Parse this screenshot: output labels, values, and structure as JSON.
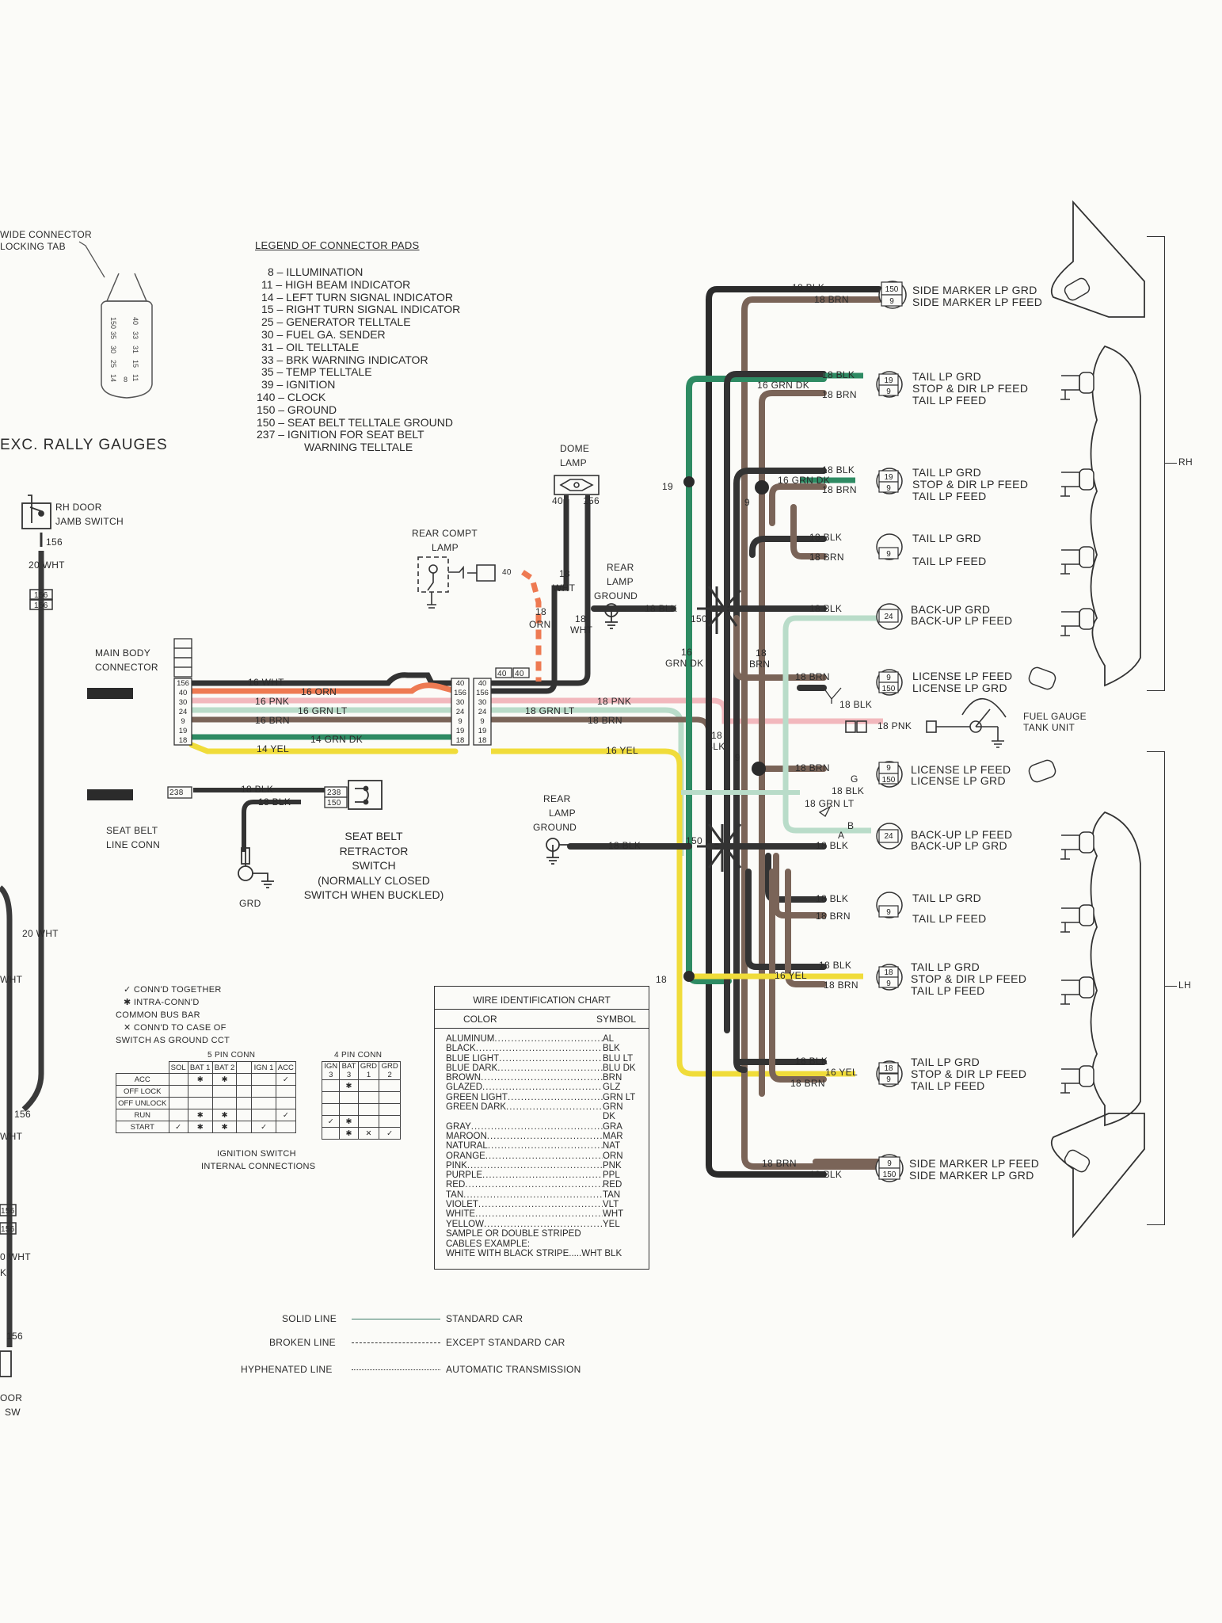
{
  "connector_note": {
    "line1": "WIDE CONNECTOR",
    "line2": "LOCKING TAB"
  },
  "connector_pins": [
    "150",
    "40",
    "35",
    "33",
    "31",
    "30",
    "25",
    "15",
    "14",
    "11",
    "8"
  ],
  "legend": {
    "title": "LEGEND OF CONNECTOR PADS",
    "items": [
      "8 – ILLUMINATION",
      "11 – HIGH BEAM INDICATOR",
      "14 – LEFT TURN SIGNAL INDICATOR",
      "15 – RIGHT TURN SIGNAL INDICATOR",
      "25 – GENERATOR TELLTALE",
      "30 – FUEL GA. SENDER",
      "31 – OIL TELLTALE",
      "33 – BRK WARNING INDICATOR",
      "35 – TEMP TELLTALE",
      "39 – IGNITION",
      "140 – CLOCK",
      "150 – GROUND",
      "150 – SEAT BELT TELLTALE GROUND",
      "237 – IGNITION FOR SEAT BELT",
      "WARNING TELLTALE"
    ]
  },
  "section_heading": "EXC. RALLY GAUGES",
  "left_side": {
    "rh_door_switch": [
      "RH DOOR",
      "JAMB SWITCH"
    ],
    "wire_156": "156",
    "wire_20wht": "20 WHT",
    "conn_156a": "156",
    "conn_156b": "156",
    "wht_label": "WHT",
    "wht_label2": "WHT",
    "o_wht": "0 WHT",
    "door_label": [
      "OOR",
      "SW"
    ],
    "k_label": "K"
  },
  "main_body_connector": {
    "label": [
      "MAIN BODY",
      "CONNECTOR"
    ],
    "pins_left": [
      "156",
      "40",
      "30",
      "24",
      "9",
      "19",
      "18"
    ],
    "pins_mid_a": [
      "40",
      "156",
      "30",
      "24",
      "9",
      "19",
      "18"
    ],
    "pins_mid_b": [
      "40",
      "156",
      "30",
      "24",
      "9",
      "19",
      "18"
    ],
    "wires": [
      "16 WHT",
      "16 ORN",
      "16 PNK",
      "16 GRN LT",
      "16 BRN",
      "14 GRN DK",
      "14 YEL"
    ]
  },
  "seat_belt": {
    "line_conn": [
      "SEAT BELT",
      "LINE CONN"
    ],
    "conn_238": "238",
    "wire_a": "18 BLK",
    "wire_b": "18 BLK",
    "pin_238": "238",
    "pin_150": "150",
    "switch": [
      "SEAT BELT",
      "RETRACTOR",
      "SWITCH",
      "(NORMALLY CLOSED",
      "SWITCH WHEN BUCKLED)"
    ],
    "grd": "GRD"
  },
  "rear_compt_lamp": {
    "label": [
      "REAR COMPT",
      "LAMP"
    ],
    "pin": "40"
  },
  "dome_lamp": {
    "label": [
      "DOME",
      "LAMP"
    ],
    "pin_a": "40",
    "pin_b": "156"
  },
  "center_wires": {
    "w18wht_a": [
      "18",
      "WHT"
    ],
    "w18orn": [
      "18",
      "ORN"
    ],
    "w18wht_b": [
      "18",
      "WHT"
    ],
    "pins_40a": "40",
    "pins_40b": "40",
    "w18pnk": "18 PNK",
    "w18grnlt": "18 GRN LT",
    "w18brn": "18 BRN",
    "w16yel": "16 YEL"
  },
  "rear_lamp_ground_top": {
    "label": [
      "REAR",
      "LAMP",
      "GROUND"
    ],
    "wire": "18 BLK"
  },
  "rear_lamp_ground_bottom": {
    "label": [
      "REAR",
      "LAMP",
      "GROUND"
    ],
    "wire": "18 BLK"
  },
  "harness_labels": {
    "n19": "19",
    "n9a": "9",
    "n150a": "150",
    "w16grndk": [
      "16",
      "GRN DK"
    ],
    "w18brn_v": [
      "18",
      "BRN"
    ],
    "w18blk_v": [
      "18",
      "BLK"
    ],
    "n9b": "9",
    "n150b": "150",
    "n18": "18"
  },
  "rh_lamps": [
    {
      "wires": [
        "18 BLK",
        "18 BRN"
      ],
      "pins": [
        "150",
        "9"
      ],
      "labels": [
        "SIDE MARKER LP GRD",
        "SIDE MARKER LP FEED"
      ]
    },
    {
      "wires": [
        "18 BLK",
        "16 GRN DK",
        "18 BRN"
      ],
      "pins": [
        "19",
        "9"
      ],
      "labels": [
        "TAIL LP GRD",
        "STOP & DIR LP FEED",
        "TAIL LP FEED"
      ]
    },
    {
      "wires": [
        "18 BLK",
        "16 GRN DK",
        "18 BRN"
      ],
      "pins": [
        "19",
        "9"
      ],
      "labels": [
        "TAIL LP GRD",
        "STOP & DIR LP FEED",
        "TAIL LP FEED"
      ]
    },
    {
      "wires": [
        "18 BLK",
        "18 BRN"
      ],
      "pins": [
        "9"
      ],
      "labels": [
        "TAIL LP GRD",
        "TAIL LP FEED"
      ]
    },
    {
      "wires": [
        "18 BLK"
      ],
      "pins": [
        "24"
      ],
      "labels": [
        "BACK-UP GRD",
        "BACK-UP LP FEED"
      ]
    },
    {
      "wires": [
        "18 BRN",
        "18 BLK"
      ],
      "pins": [
        "9",
        "150"
      ],
      "labels": [
        "LICENSE LP FEED",
        "LICENSE LP GRD"
      ]
    }
  ],
  "fuel_gauge": {
    "wire": "18 PNK",
    "label": [
      "FUEL GAUGE",
      "TANK UNIT"
    ]
  },
  "lh_lamps": [
    {
      "wires": [
        "18 BRN",
        "18 BLK",
        "18 GRN LT"
      ],
      "pins": [
        "9",
        "150"
      ],
      "labels": [
        "LICENSE LP FEED",
        "LICENSE LP GRD"
      ],
      "marks": [
        "G",
        "B",
        "A"
      ]
    },
    {
      "wires": [
        "18 BLK"
      ],
      "pins": [
        "24"
      ],
      "labels": [
        "BACK-UP LP FEED",
        "BACK-UP LP GRD"
      ]
    },
    {
      "wires": [
        "18 BLK",
        "18 BRN"
      ],
      "pins": [
        "9"
      ],
      "labels": [
        "TAIL LP GRD",
        "TAIL LP FEED"
      ]
    },
    {
      "wires": [
        "18 BLK",
        "16 YEL",
        "18 BRN"
      ],
      "pins": [
        "18",
        "9"
      ],
      "labels": [
        "TAIL LP GRD",
        "STOP & DIR LP FEED",
        "TAIL LP FEED"
      ]
    },
    {
      "wires": [
        "18 BLK",
        "16 YEL",
        "18 BRN"
      ],
      "pins": [
        "18",
        "9"
      ],
      "labels": [
        "TAIL LP GRD",
        "STOP & DIR LP FEED",
        "TAIL LP FEED"
      ]
    },
    {
      "wires": [
        "18 BRN",
        "18 BLK"
      ],
      "pins": [
        "9",
        "150"
      ],
      "labels": [
        "SIDE MARKER LP FEED",
        "SIDE MARKER LP GRD"
      ]
    }
  ],
  "brackets": {
    "rh": "RH",
    "lh": "LH"
  },
  "ignition": {
    "key": [
      "CONN'D TOGETHER",
      "INTRA-CONN'D",
      "COMMON BUS BAR",
      "CONN'D TO CASE OF",
      "SWITCH AS GROUND CCT"
    ],
    "five_pin": "5 PIN CONN",
    "four_pin": "4 PIN CONN",
    "cols5": [
      "SOL",
      "BAT 1",
      "BAT 2",
      "IGN 1",
      "ACC"
    ],
    "cols4": [
      "IGN 3",
      "BAT 3",
      "GRD 1",
      "GRD 2"
    ],
    "rows": [
      "ACC",
      "OFF LOCK",
      "OFF UNLOCK",
      "RUN",
      "START"
    ],
    "caption": [
      "IGNITION SWITCH",
      "INTERNAL CONNECTIONS"
    ]
  },
  "wire_chart": {
    "title": "WIRE IDENTIFICATION CHART",
    "col_color": "COLOR",
    "col_symbol": "SYMBOL",
    "rows": [
      [
        "ALUMINUM",
        "AL"
      ],
      [
        "BLACK",
        "BLK"
      ],
      [
        "BLUE LIGHT",
        "BLU LT"
      ],
      [
        "BLUE DARK",
        "BLU DK"
      ],
      [
        "BROWN",
        "BRN"
      ],
      [
        "GLAZED",
        "GLZ"
      ],
      [
        "GREEN LIGHT",
        "GRN LT"
      ],
      [
        "GREEN DARK",
        "GRN DK"
      ],
      [
        "GRAY",
        "GRA"
      ],
      [
        "MAROON",
        "MAR"
      ],
      [
        "NATURAL",
        "NAT"
      ],
      [
        "ORANGE",
        "ORN"
      ],
      [
        "PINK",
        "PNK"
      ],
      [
        "PURPLE",
        "PPL"
      ],
      [
        "RED",
        "RED"
      ],
      [
        "TAN",
        "TAN"
      ],
      [
        "VIOLET",
        "VLT"
      ],
      [
        "WHITE",
        "WHT"
      ],
      [
        "YELLOW",
        "YEL"
      ]
    ],
    "sample1": "SAMPLE OR DOUBLE STRIPED",
    "sample2": "CABLES EXAMPLE:",
    "sample3": "WHITE WITH BLACK STRIPE.....WHT BLK"
  },
  "line_key": [
    {
      "left": "SOLID LINE",
      "right": "STANDARD CAR"
    },
    {
      "left": "BROKEN LINE",
      "right": "EXCEPT STANDARD CAR"
    },
    {
      "left": "HYPHENATED LINE",
      "right": "AUTOMATIC TRANSMISSION"
    }
  ],
  "colors": {
    "black": "#2b2b2b",
    "brown": "#7a6458",
    "green_dark": "#2e8b63",
    "green_light": "#b9dcc9",
    "pink": "#f2b8bd",
    "orange": "#ee7a52",
    "yellow": "#f0dc3a",
    "white_wire": "#444444"
  }
}
